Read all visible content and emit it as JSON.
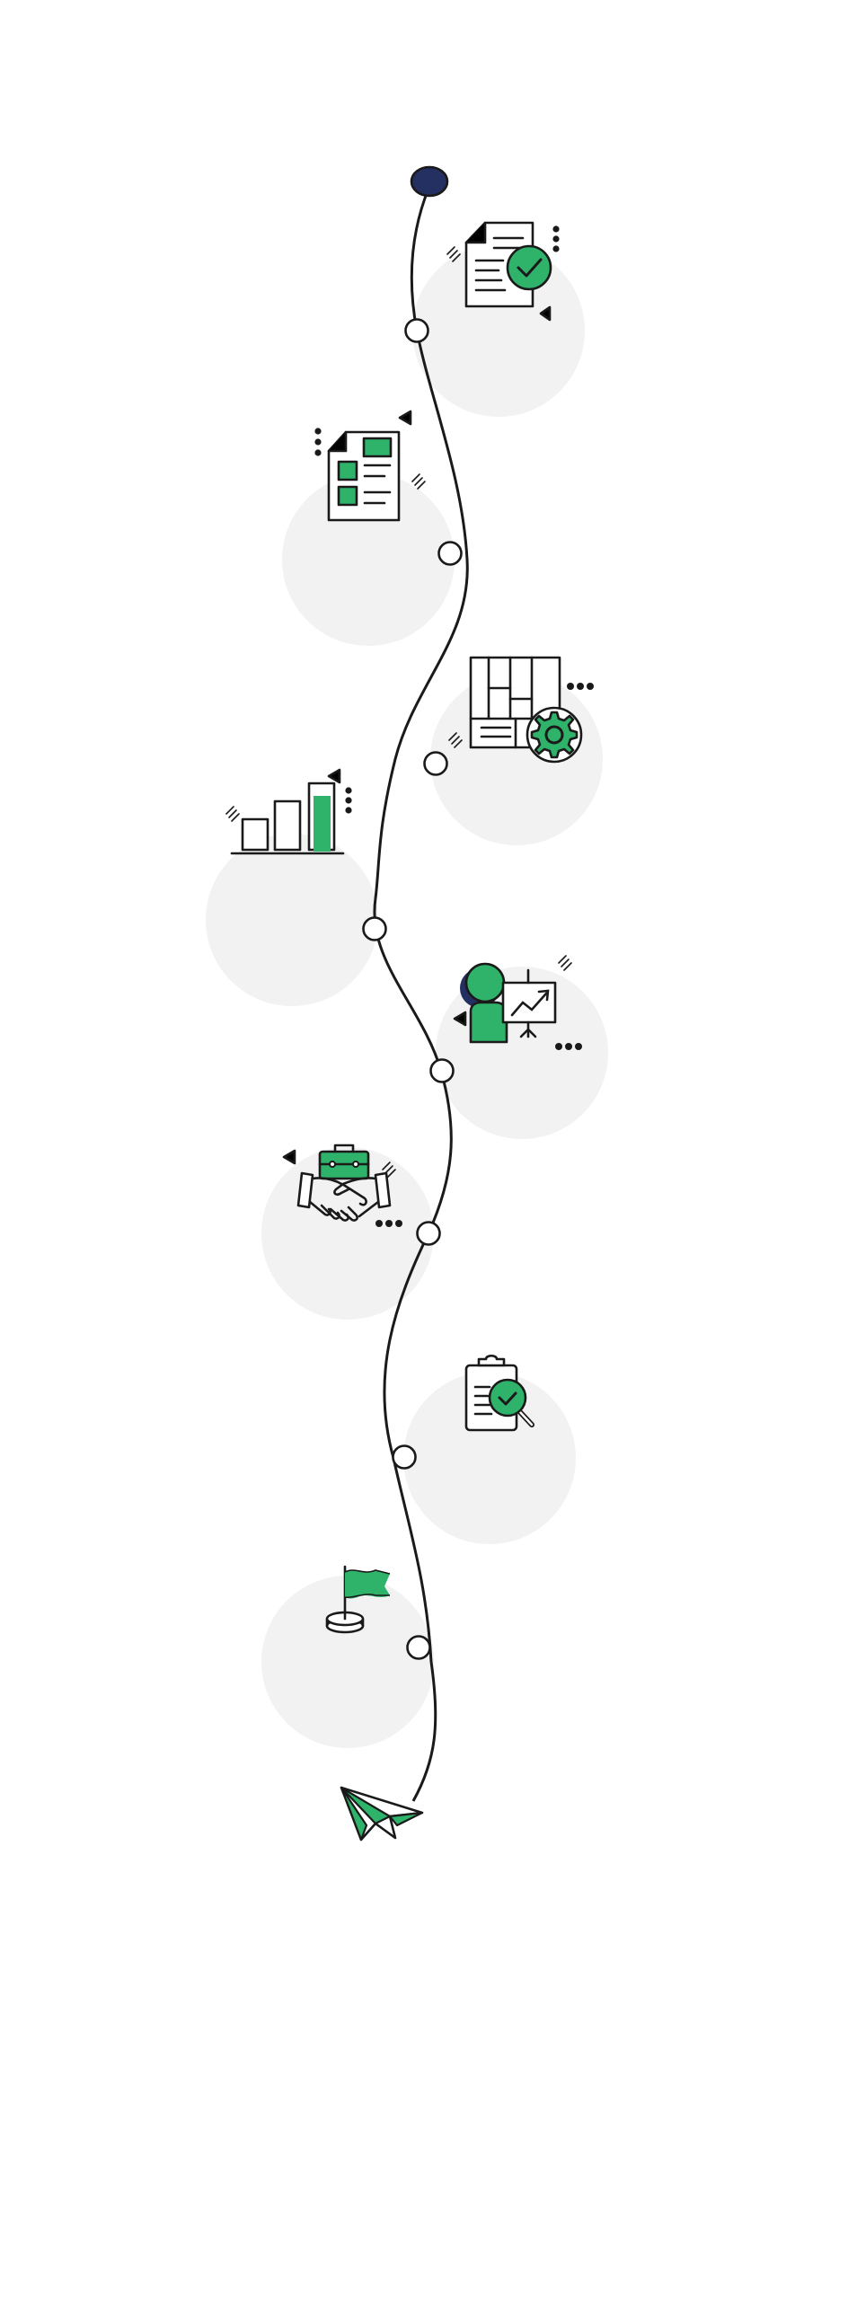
{
  "diagram": {
    "kind": "vertical-roadmap",
    "step_count": 9,
    "colors": {
      "accent": "#2FB26A",
      "line": "#1A1A1A",
      "start_node": "#243061",
      "bubble": "#F2F2F2",
      "node_fill": "#FFFFFF"
    },
    "start": {
      "icon": "start-dot-icon"
    },
    "end": {
      "icon": "paper-plane-icon"
    },
    "steps": [
      {
        "icon": "approved-document-icon",
        "side": "right"
      },
      {
        "icon": "form-checklist-icon",
        "side": "left"
      },
      {
        "icon": "kanban-settings-icon",
        "side": "right"
      },
      {
        "icon": "bar-chart-growth-icon",
        "side": "left"
      },
      {
        "icon": "presenter-chart-icon",
        "side": "right"
      },
      {
        "icon": "handshake-briefcase-icon",
        "side": "left"
      },
      {
        "icon": "clipboard-check-icon",
        "side": "right"
      },
      {
        "icon": "goal-flag-icon",
        "side": "left"
      }
    ]
  }
}
